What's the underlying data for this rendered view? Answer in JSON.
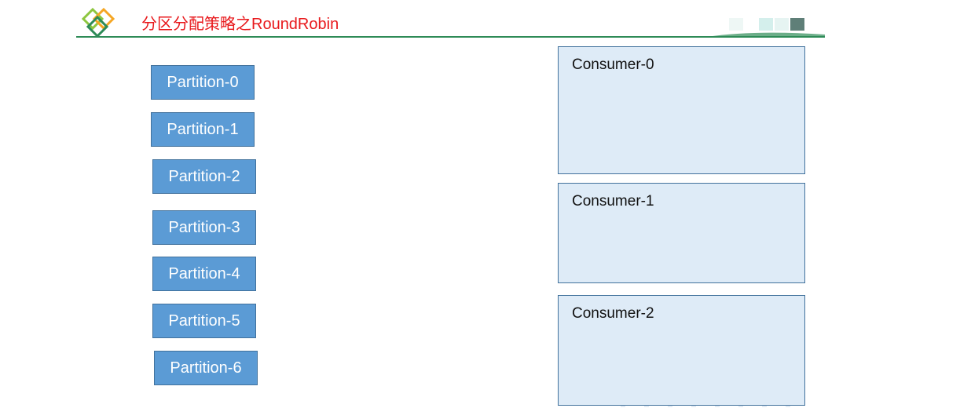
{
  "header": {
    "title": "分区分配策略之RoundRobin",
    "title_color": "#e8191c",
    "accent_color": "#2e8b57",
    "logo_icon": "interlocked-diamonds-logo-icon"
  },
  "partitions": [
    {
      "label": "Partition-0"
    },
    {
      "label": "Partition-1"
    },
    {
      "label": "Partition-2"
    },
    {
      "label": "Partition-3"
    },
    {
      "label": "Partition-4"
    },
    {
      "label": "Partition-5"
    },
    {
      "label": "Partition-6"
    }
  ],
  "consumers": [
    {
      "label": "Consumer-0"
    },
    {
      "label": "Consumer-1"
    },
    {
      "label": "Consumer-2"
    }
  ],
  "colors": {
    "partition_fill": "#5b9bd5",
    "partition_border": "#41719c",
    "consumer_fill": "#deebf7",
    "consumer_border": "#41719c"
  }
}
